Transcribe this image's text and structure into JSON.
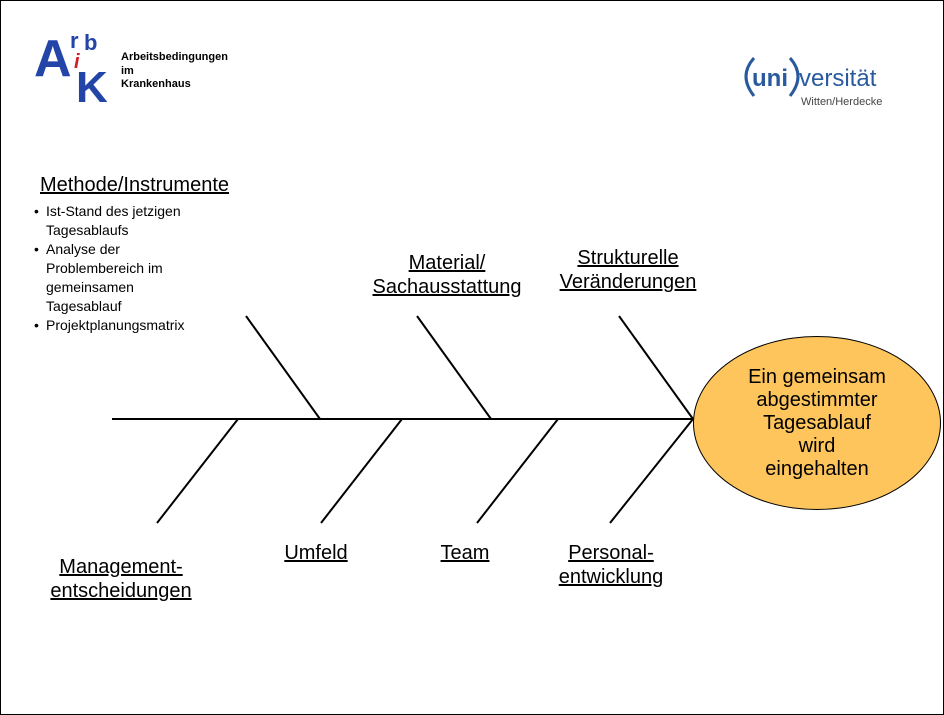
{
  "logo_left": {
    "letters": [
      "A",
      "r",
      "b",
      "i",
      "K"
    ],
    "lines": [
      "Arbeitsbedingungen",
      "im",
      "Krankenhaus"
    ],
    "colors": {
      "blue": "#2445a8",
      "red": "#d01e2a"
    }
  },
  "logo_right": {
    "word_uni": "uni",
    "word_versitaet": "versität",
    "subtitle": "Witten/Herdecke"
  },
  "causes_top": {
    "methode": {
      "title": "Methode/Instrumente",
      "items": [
        "Ist-Stand des jetzigen\nTagesablaufs",
        "Analyse der\nProblembereich im\ngemeinsamen\nTagesablauf",
        "Projektplanungsmatrix"
      ]
    },
    "material": {
      "line1": "Material/",
      "line2": "Sachausstattung"
    },
    "strukturelle": {
      "line1": "Strukturelle",
      "line2": "Veränderungen"
    }
  },
  "causes_bottom": {
    "management": {
      "line1": "Management-",
      "line2": "entscheidungen"
    },
    "umfeld": "Umfeld",
    "team": "Team",
    "personal": {
      "line1": "Personal-",
      "line2": "entwicklung"
    }
  },
  "effect": {
    "lines": [
      "Ein gemeinsam",
      "abgestimmter",
      "Tagesablauf",
      "wird",
      "eingehalten"
    ],
    "fill": "#fdc55b"
  }
}
